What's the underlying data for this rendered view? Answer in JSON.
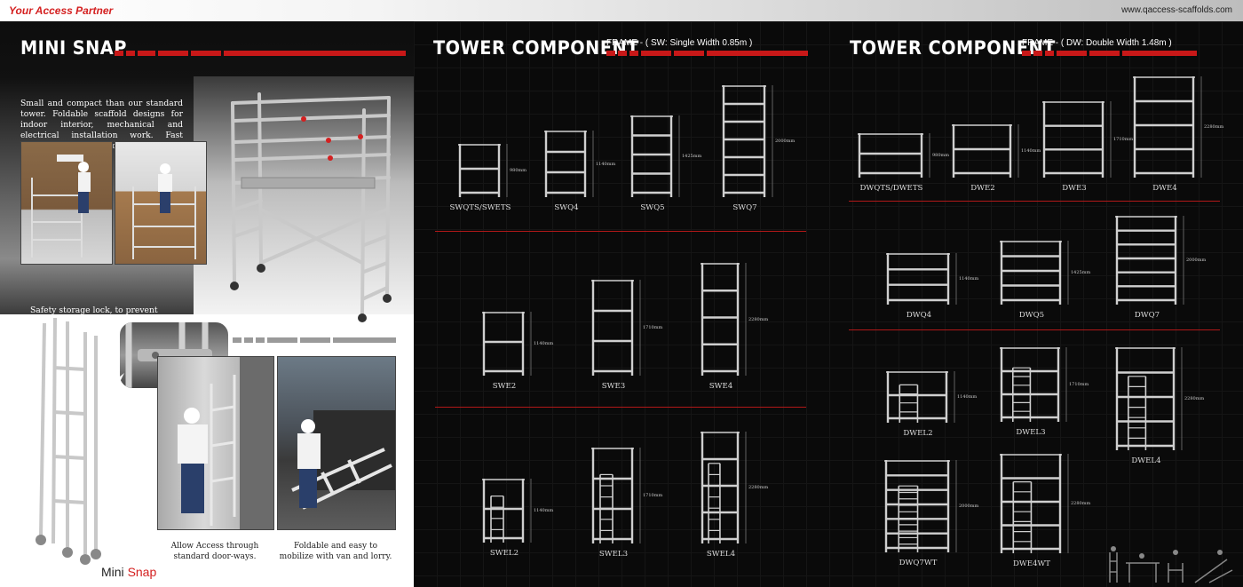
{
  "header": {
    "tagline": "Your Access Partner",
    "website": "www.qaccess-scaffolds.com"
  },
  "mini_snap": {
    "title": "MINI SNAP",
    "intro": "Small and compact than our standard tower. Foldable scaffold designs for indoor interior, mechanical and electrical installation work. Fast setting up, better mobility and easy access.",
    "safety": "Safety storage lock, to prevent scaffold from opening during mobilization.",
    "brand_main": "Mini ",
    "brand_accent": "Snap",
    "caption_door": "Allow Access through standard door-ways.",
    "caption_van": "Foldable and easy to mobilize with van and lorry."
  },
  "sw": {
    "title": "TOWER COMPONENT",
    "subtitle": "FRAME - ( SW: Single Width 0.85m )",
    "row1": [
      {
        "label": "SWQTS/SWETS",
        "dim": "980mm"
      },
      {
        "label": "SWQ4",
        "dim": "1140mm"
      },
      {
        "label": "SWQ5",
        "dim": "1425mm"
      },
      {
        "label": "SWQ7",
        "dim": "2000mm"
      }
    ],
    "row2": [
      {
        "label": "SWE2",
        "dim": "1140mm"
      },
      {
        "label": "SWE3",
        "dim": "1710mm"
      },
      {
        "label": "SWE4",
        "dim": "2280mm"
      }
    ],
    "row3": [
      {
        "label": "SWEL2",
        "dim": "1140mm"
      },
      {
        "label": "SWEL3",
        "dim": "1710mm"
      },
      {
        "label": "SWEL4",
        "dim": "2280mm"
      }
    ]
  },
  "dw": {
    "title": "TOWER COMPONENT",
    "subtitle": "FRAME - ( DW: Double Width 1.48m )",
    "row1": [
      {
        "label": "DWQTS/DWETS",
        "dim": "980mm"
      },
      {
        "label": "DWE2",
        "dim": "1140mm"
      },
      {
        "label": "DWE3",
        "dim": "1710mm"
      },
      {
        "label": "DWE4",
        "dim": "2280mm"
      }
    ],
    "row2": [
      {
        "label": "DWQ4",
        "dim": "1140mm"
      },
      {
        "label": "DWQ5",
        "dim": "1425mm"
      },
      {
        "label": "DWQ7",
        "dim": "2000mm"
      }
    ],
    "row3": [
      {
        "label": "DWEL2",
        "dim": "1140mm"
      },
      {
        "label": "DWEL3",
        "dim": "1710mm"
      },
      {
        "label": "DWEL4",
        "dim": "2280mm"
      }
    ],
    "row4": [
      {
        "label": "DWQ7WT",
        "dim": "2000mm"
      },
      {
        "label": "DWE4WT",
        "dim": "2280mm"
      }
    ]
  },
  "colors": {
    "accent": "#c81818",
    "tube": "#cfcfcf"
  }
}
